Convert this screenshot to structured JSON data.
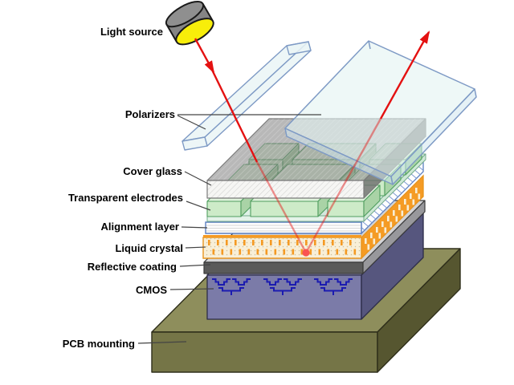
{
  "diagram": {
    "labels": {
      "light_source": "Light source",
      "polarizers": "Polarizers",
      "cover_glass": "Cover glass",
      "transparent_electrodes": "Transparent electrodes",
      "alignment_layer": "Alignment layer",
      "liquid_crystal": "Liquid crystal",
      "reflective_coating": "Reflective coating",
      "cmos": "CMOS",
      "pcb_mounting": "PCB mounting"
    },
    "colors": {
      "ray_red": "#e41111",
      "lamp_yellow": "#f8ee0a",
      "lamp_gray": "#858585",
      "polarizer_stroke": "#7e9ac5",
      "polarizer_fill": "#e6f3f1",
      "cover_glass_gray": "#9a9a9a",
      "electrode_green": "#cdebc8",
      "electrode_stroke": "#4f9e5f",
      "alignment_blue": "#5b7fc0",
      "liquid_crystal_orange": "#f59a23",
      "reflective_gray": "#5a5a5a",
      "cmos_purple": "#7b7ba8",
      "circuit_blue": "#1b1bb0",
      "pcb_olive": "#757547",
      "label_color": "#000000"
    }
  }
}
